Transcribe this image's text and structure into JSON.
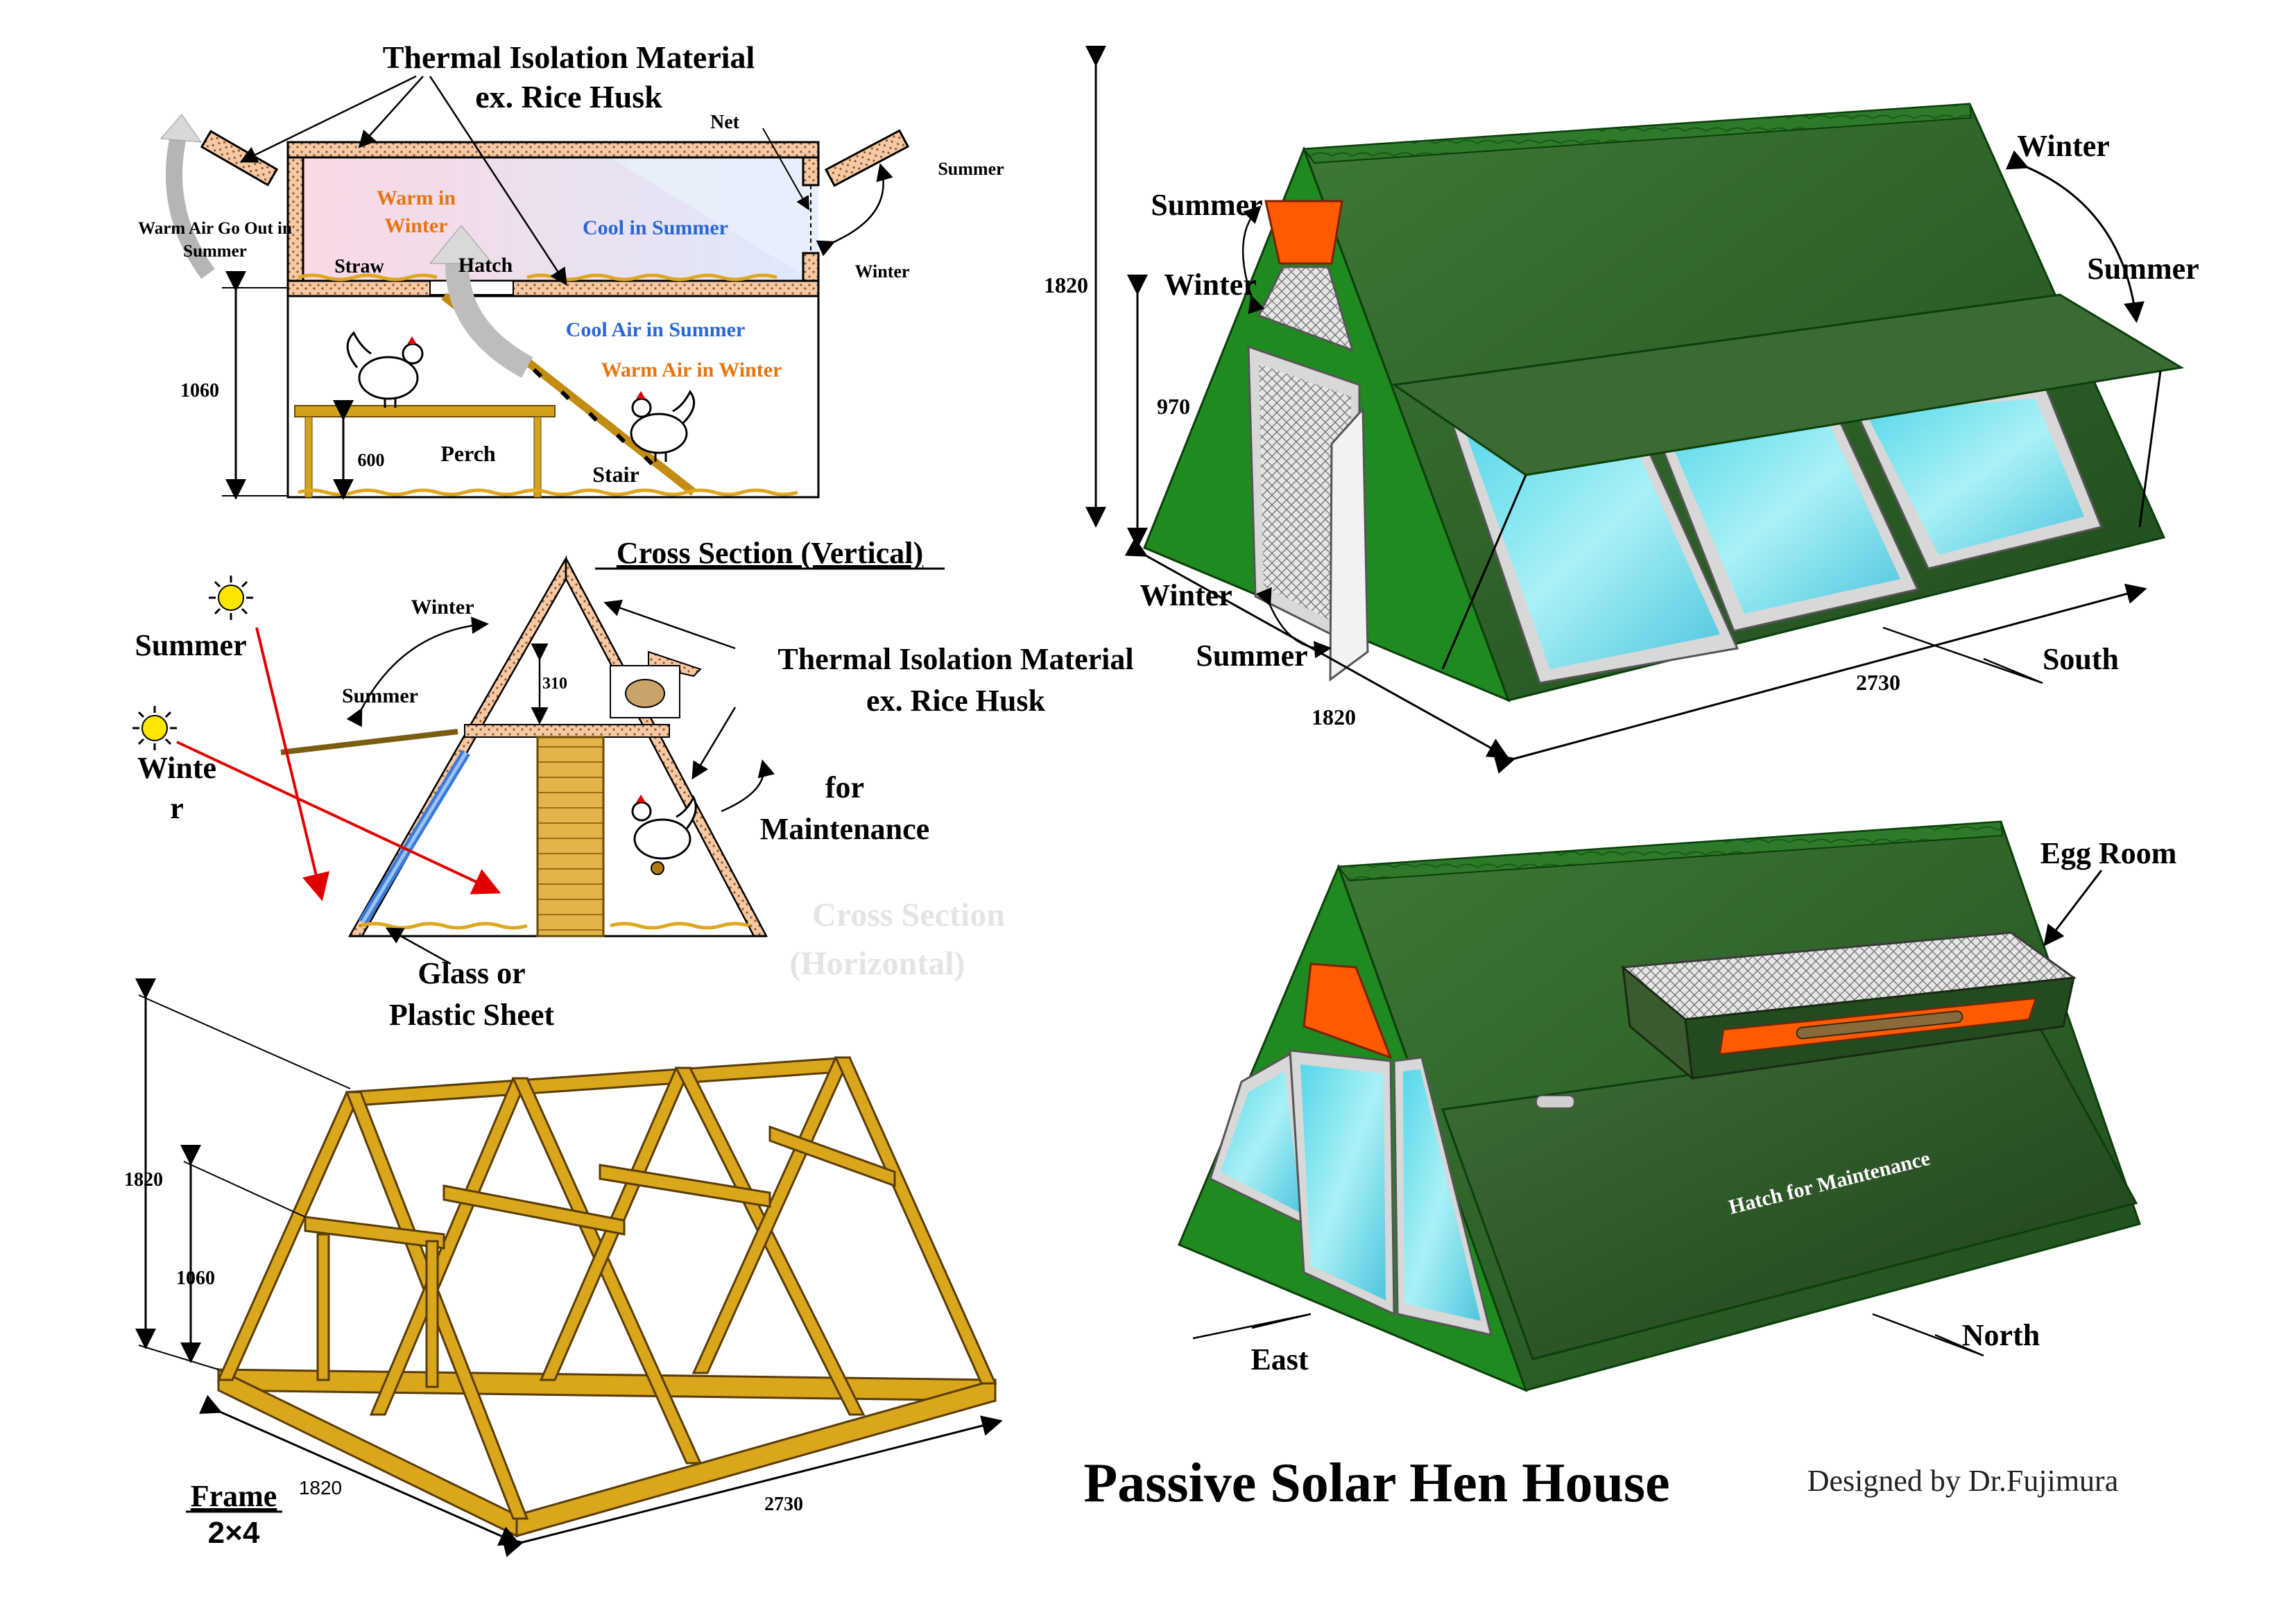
{
  "title": "Passive Solar Hen House",
  "credit": "Designed by Dr.Fujimura",
  "section_vertical": {
    "heading": "Cross Section (Vertical)",
    "insulation_line1": "Thermal  Isolation Material",
    "insulation_line2": "ex. Rice Husk",
    "net": "Net",
    "summer_right": "Summer",
    "winter_right": "Winter",
    "warm_in_winter_1": "Warm in",
    "warm_in_winter_2": "Winter",
    "cool_in_summer": "Cool in Summer",
    "warm_air_out_1": "Warm Air Go Out in",
    "warm_air_out_2": "Summer",
    "straw": "Straw",
    "hatch": "Hatch",
    "cool_air": "Cool Air in Summer",
    "warm_air": "Warm Air in Winter",
    "height_1060": "1060",
    "height_600": "600",
    "perch": "Perch",
    "stair": "Stair"
  },
  "section_triangle": {
    "winter_arc": "Winter",
    "summer_arc": "Summer",
    "sun_summer": "Summer",
    "sun_winter_1": "Winte",
    "sun_winter_2": "r",
    "height_310": "310",
    "insulation_line1": "Thermal  Isolation Material",
    "insulation_line2": "ex. Rice Husk",
    "maintenance_1": "for",
    "maintenance_2": "Maintenance",
    "glass_1": "Glass or",
    "glass_2": "Plastic Sheet",
    "faded_1": "Cross Section",
    "faded_2": "(Horizontal)"
  },
  "frame": {
    "label": "Frame",
    "lumber": "2×4",
    "h_1820": "1820",
    "h_1060": "1060",
    "w_1820": "1820",
    "l_2730": "2730"
  },
  "south_view": {
    "h_1820": "1820",
    "h_970": "970",
    "summer_vent": "Summer",
    "winter_vent": "Winter",
    "winter_door": "Winter",
    "summer_door": "Summer",
    "winter_awning": "Winter",
    "summer_awning": "Summer",
    "w_1820": "1820",
    "l_2730": "2730",
    "direction": "South"
  },
  "north_view": {
    "egg_room": "Egg Room",
    "hatch": "Hatch for Maintenance",
    "east": "East",
    "north": "North"
  },
  "colors": {
    "roof_green": "#2e6b2a",
    "wall_green": "#1f8a1f",
    "glass": "#7fe8f0",
    "wood": "#d4a21a",
    "insulation": "#f5c9a8",
    "vent_orange": "#ff5a00",
    "warm_text": "#e8740e",
    "cool_text": "#2a66d6"
  }
}
